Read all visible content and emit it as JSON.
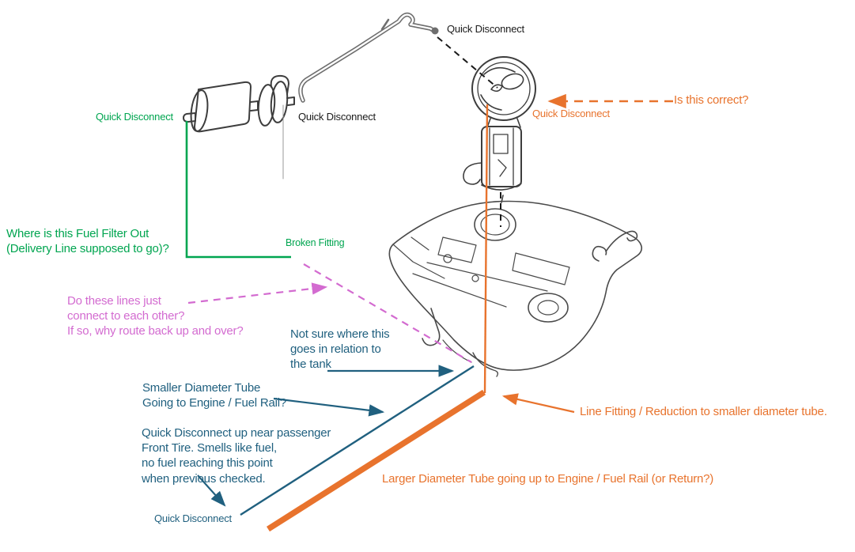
{
  "title": "Fuel system parts diagram with troubleshooting annotations",
  "colors": {
    "green": "#00a550",
    "orange": "#e8732d",
    "pink": "#d36bd0",
    "teal": "#20607f",
    "black": "#1a1a1a",
    "line_art": "#3d3d3d"
  },
  "labels": {
    "qd_top": "Quick Disconnect",
    "qd_filter_left": "Quick Disconnect",
    "qd_filter_right": "Quick Disconnect",
    "qd_pump": "Quick Disconnect",
    "is_this_correct": "Is this correct?",
    "filter_out_question": "Where is this Fuel Filter Out\n(Delivery Line supposed to go)?",
    "broken_fitting": "Broken Fitting",
    "lines_question": "Do these lines just\nconnect to each other?\nIf so, why route back up and over?",
    "not_sure": "Not sure where this\ngoes in relation to\nthe tank",
    "smaller_tube": "Smaller Diameter Tube\nGoing to Engine / Fuel Rail?",
    "qd_passenger": "Quick Disconnect up near passenger\nFront Tire. Smells like fuel,\nno fuel reaching this point\nwhen previous checked.",
    "qd_bottom": "Quick Disconnect",
    "line_fitting": "Line Fitting / Reduction to smaller diameter tube.",
    "larger_tube": "Larger Diameter Tube  going up to Engine / Fuel Rail (or Return?)"
  },
  "parts": {
    "fuel_filter": "fuel filter with mounting bracket",
    "fuel_line": "metal fuel line from filter",
    "fuel_pump": "fuel pump module with lock ring flange",
    "fuel_tank": "fuel tank (isometric line drawing)"
  }
}
